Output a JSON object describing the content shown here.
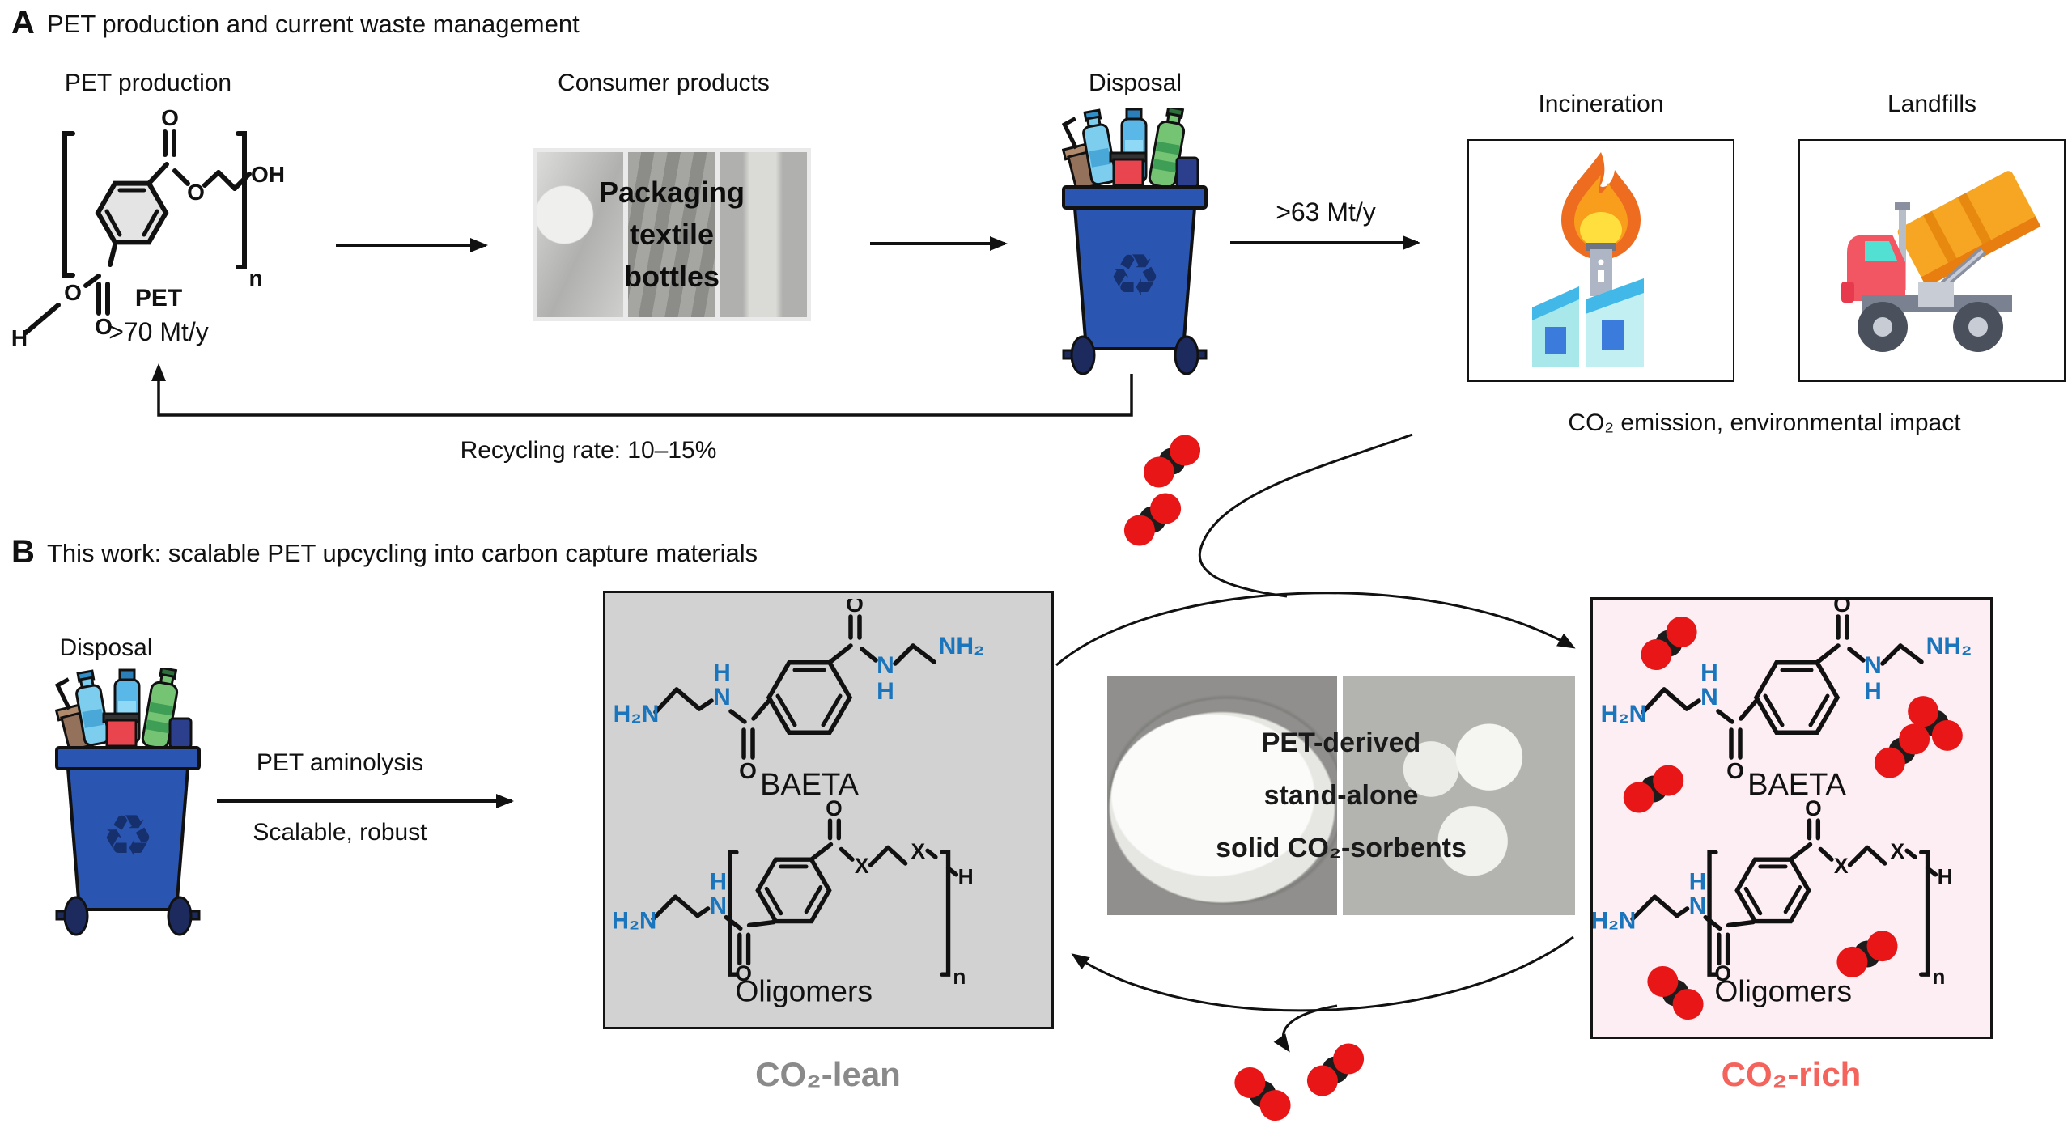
{
  "panel_a": {
    "label": "A",
    "title": "PET production and current waste management",
    "pet": {
      "heading": "PET production",
      "name": "PET",
      "rate": ">70 Mt/y",
      "atoms": {
        "h": "H",
        "o": "O",
        "oh": "OH",
        "n": "n"
      }
    },
    "products": {
      "heading": "Consumer products",
      "overlay_lines": [
        "Packaging",
        "textile",
        "bottles"
      ]
    },
    "disposal_heading": "Disposal",
    "waste_rate": ">63 Mt/y",
    "incineration_heading": "Incineration",
    "landfills_heading": "Landfills",
    "impact_caption": "CO₂ emission, environmental impact",
    "recycling_caption": "Recycling rate: 10–15%"
  },
  "panel_b": {
    "label": "B",
    "title": "This work: scalable PET upcycling into carbon capture materials",
    "disposal_heading": "Disposal",
    "reaction_top": "PET aminolysis",
    "reaction_bottom": "Scalable, robust",
    "baeta_label": "BAETA",
    "oligomers_label": "Oligomers",
    "lean_label": "CO₂-lean",
    "rich_label": "CO₂-rich",
    "photo_caption_lines": [
      "PET-derived",
      "stand-alone",
      "solid CO₂-sorbents"
    ],
    "atoms": {
      "h2n": "H₂N",
      "nh2": "NH₂",
      "n": "N",
      "h": "H",
      "o": "O",
      "x": "X",
      "sub_n": "n"
    }
  },
  "icons": {
    "recycle": "♻"
  },
  "colors": {
    "amine_blue": "#1b75bc",
    "co2_red": "#e81616",
    "co2_black": "#1c1c1c",
    "bin_blue": "#2a55b0",
    "lean_gray": "#8a8a8a",
    "rich_coral": "#f4635c",
    "box_gray": "#d2d2d2",
    "box_pink": "#fdeef3"
  }
}
